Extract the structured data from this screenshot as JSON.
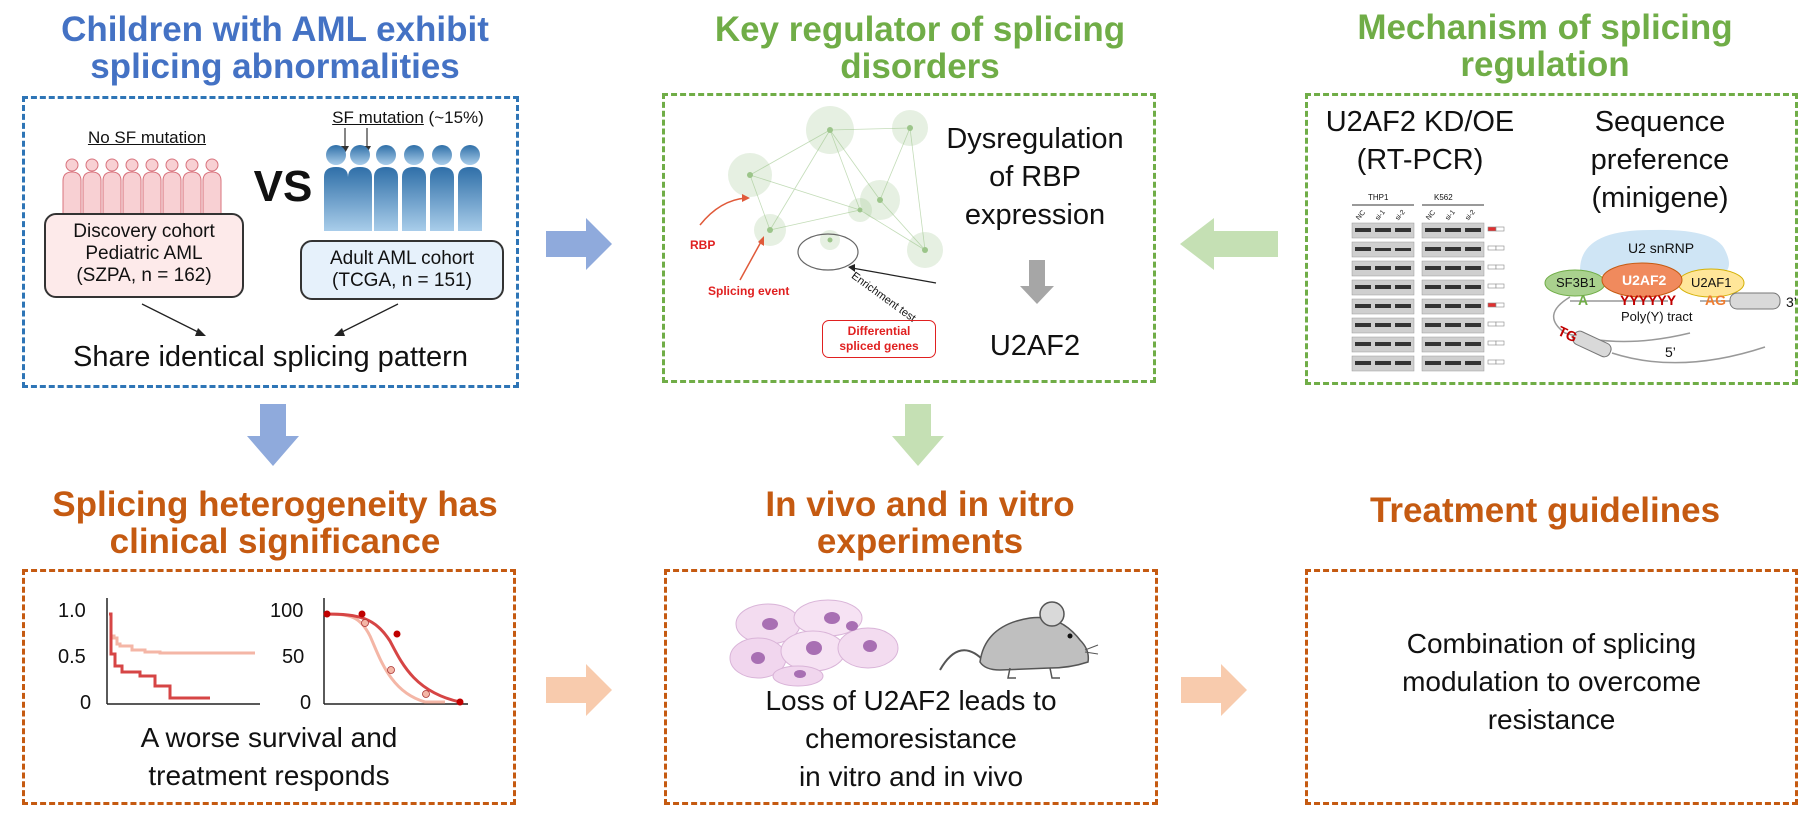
{
  "colors": {
    "blue": "#4472c4",
    "green": "#70ad47",
    "orange": "#c55a11",
    "arrow_blue": "#8faadc",
    "arrow_green": "#c5e0b4",
    "arrow_orange": "#f8cbad"
  },
  "panel1": {
    "title_line1": "Children with AML exhibit",
    "title_line2": "splicing abnormalities",
    "no_sf_label": "No SF mutation",
    "sf_label": "SF mutation",
    "sf_pct": " (~15%)",
    "vs": "VS",
    "discovery_line1": "Discovery cohort",
    "discovery_line2": "Pediatric AML",
    "discovery_line3": "(SZPA, n = 162)",
    "adult_line1": "Adult AML cohort",
    "adult_line2": "(TCGA, n = 151)",
    "conclusion": "Share identical splicing pattern"
  },
  "panel2": {
    "title_line1": "Key regulator of splicing",
    "title_line2": "disorders",
    "rbp_label": "RBP",
    "splicing_event_label": "Splicing event",
    "enrichment_label": "Enrichment test",
    "diff_line1": "Differential",
    "diff_line2": "spliced genes",
    "dysreg_line1": "Dysregulation",
    "dysreg_line2": "of RBP",
    "dysreg_line3": "expression",
    "result": "U2AF2"
  },
  "panel3": {
    "title_line1": "Mechanism of splicing",
    "title_line2": "regulation",
    "kd_line1": "U2AF2 KD/OE",
    "kd_line2": "(RT-PCR)",
    "seq_line1": "Sequence",
    "seq_line2": "preference",
    "seq_line3": "(minigene)",
    "gel_group1": "THP1",
    "gel_group2": "K562",
    "lane1": "NC",
    "lane2": "si-1",
    "lane3": "si-2",
    "snrnp": "U2 snRNP",
    "sf3b1": "SF3B1",
    "u2af2": "U2AF2",
    "u2af1": "U2AF1",
    "seq_a": "A",
    "seq_y": "YYYYYY",
    "seq_ag": "AG",
    "polyy": "Poly(Y) tract",
    "three_prime": "3’",
    "five_prime": "5’",
    "tg": "TG"
  },
  "panel4": {
    "title_line1": "Splicing heterogeneity has",
    "title_line2": "clinical significance",
    "km_ticks": [
      "1.0",
      "0.5",
      "0"
    ],
    "dr_ticks": [
      "100",
      "50",
      "0"
    ],
    "caption_line1": "A worse survival and",
    "caption_line2": "treatment responds"
  },
  "panel5": {
    "title_line1": "In vivo and in vitro",
    "title_line2": "experiments",
    "text_line1": "Loss of U2AF2 leads to",
    "text_line2": "chemoresistance",
    "text_line3": "in vitro and in vivo"
  },
  "panel6": {
    "title": "Treatment guidelines",
    "text_line1": "Combination of splicing",
    "text_line2": "modulation to overcome",
    "text_line3": "resistance"
  }
}
